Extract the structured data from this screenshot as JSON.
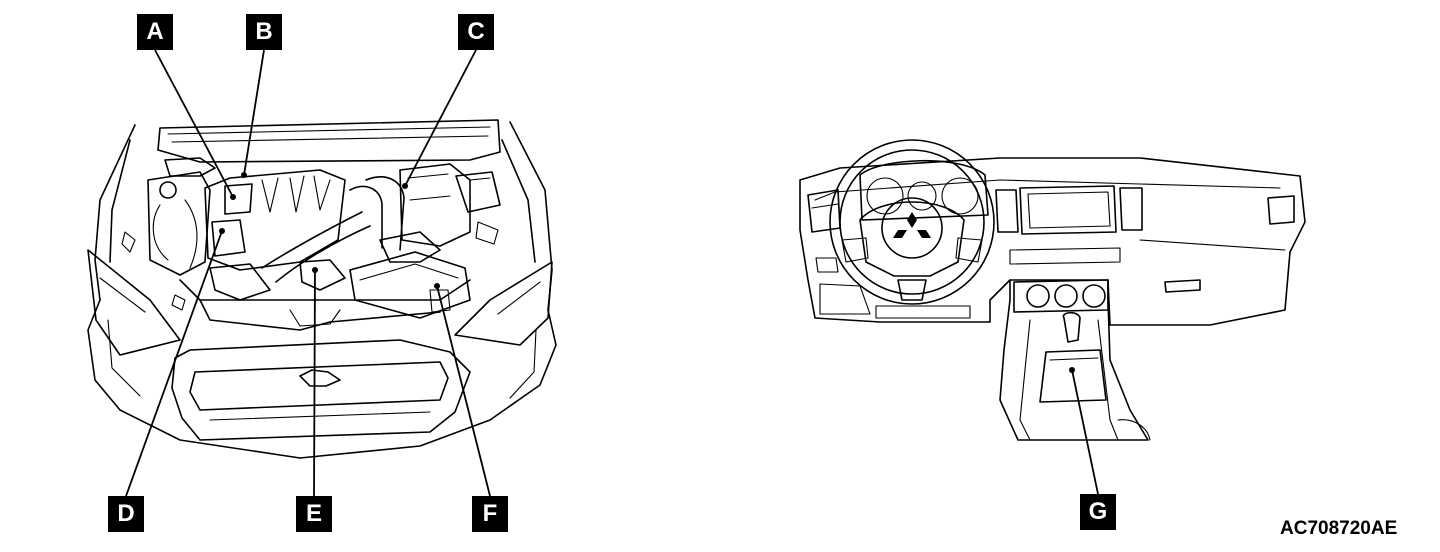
{
  "labels": {
    "A": "A",
    "B": "B",
    "C": "C",
    "D": "D",
    "E": "E",
    "F": "F",
    "G": "G"
  },
  "figure_code": "AC708720AE",
  "icons": {
    "badge": "three-diamond-emblem-icon"
  }
}
